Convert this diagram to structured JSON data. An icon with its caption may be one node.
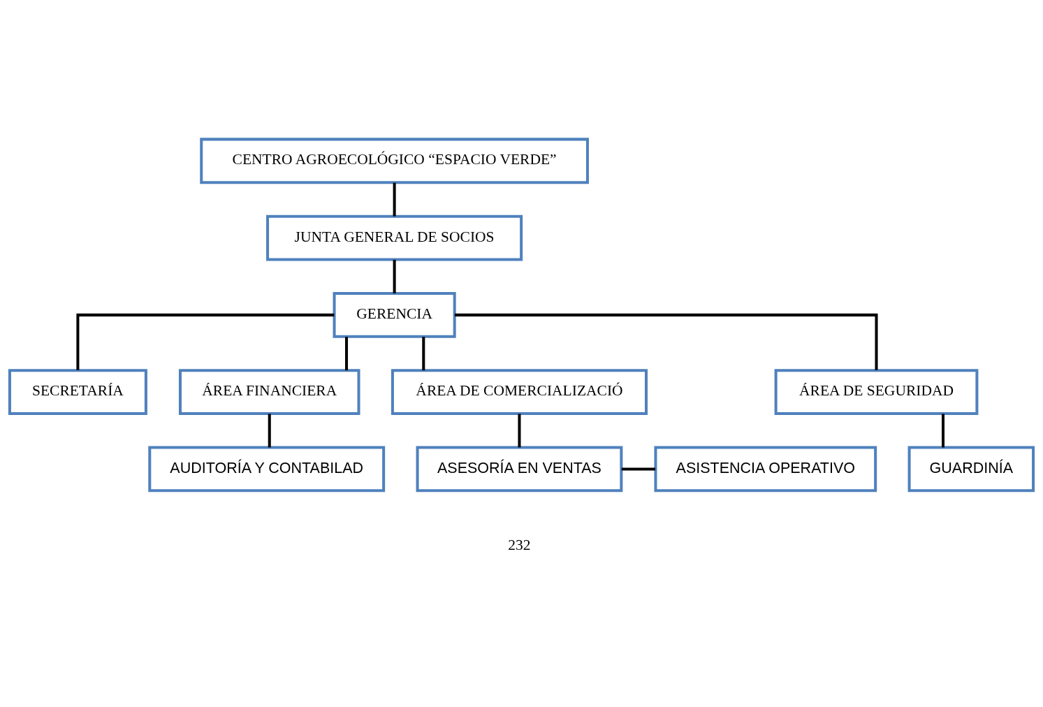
{
  "diagram": {
    "nodes": [
      {
        "text": [
          "CENTRO AGROECOLÓGICO “ESPACIO VERDE”"
        ]
      },
      {
        "text": [
          "JUNTA GENERAL DE SOCIOS"
        ]
      },
      {
        "text": [
          "GERENCIA"
        ]
      },
      {
        "text": [
          "SECRETARÍA"
        ]
      },
      {
        "text": [
          "ÁREA FINANCIERA"
        ]
      },
      {
        "text": [
          "ÁREA DE COMERCIALIZACIÓ"
        ]
      },
      {
        "text": [
          "ÁREA DE SEGURIDAD"
        ]
      },
      {
        "text": [
          "AUDITORÍA Y CONTABILAD"
        ]
      },
      {
        "text": [
          "ASESORÍA EN VENTAS"
        ]
      },
      {
        "text": [
          "ASISTENCIA OPERATIVO"
        ]
      },
      {
        "text": [
          "GUARDINÍA"
        ]
      }
    ],
    "edges": [
      {
        "from": 0,
        "to": 1,
        "arrow": "none"
      },
      {
        "from": 1,
        "to": 2,
        "arrow": "none"
      },
      {
        "from": 2,
        "to": 3,
        "arrow": "none"
      },
      {
        "from": 2,
        "to": 4,
        "arrow": "none"
      },
      {
        "from": 2,
        "to": 5,
        "arrow": "none"
      },
      {
        "from": 2,
        "to": 6,
        "arrow": "none"
      },
      {
        "from": 4,
        "to": 7,
        "arrow": "none"
      },
      {
        "from": 5,
        "to": 8,
        "arrow": "none"
      },
      {
        "from": 8,
        "to": 9,
        "arrow": "none"
      },
      {
        "from": 6,
        "to": 10,
        "arrow": "none"
      }
    ],
    "labels": [
      "232"
    ]
  }
}
